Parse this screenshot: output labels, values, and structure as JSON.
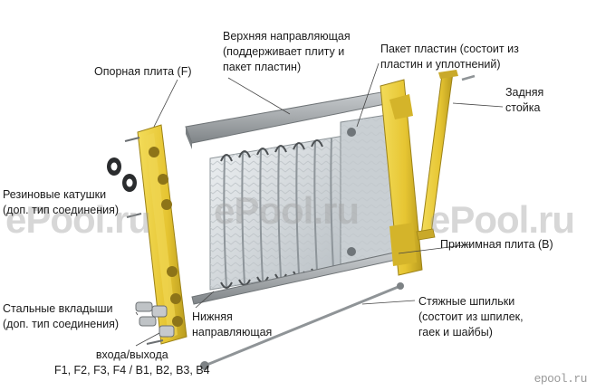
{
  "labels": {
    "top_guide": "Верхняя направляющая\n(поддерживает плиту и\nпакет пластин)",
    "plate_pack": "Пакет пластин (состоит из\nпластин и уплотнений)",
    "support_plate": "Опорная плита (F)",
    "rear_column": "Задняя\nстойка",
    "rubber_rings": "Резиновые катушки\n(доп. тип соединения)",
    "pressure_plate": "Прижимная плита (B)",
    "steel_inserts": "Стальные вкладыши\n(доп. тип соединения)",
    "bottom_guide": "Нижняя\nнаправляющая",
    "tie_bolts": "Стяжные шпильки\n(состоит из шпилек,\nгаек и шайбы)",
    "ports": "входа/выхода\nF1, F2, F3, F4 / B1, B2, B3, B4"
  },
  "watermarks": [
    "ePool.ru",
    "ePool.ru",
    "ePool.ru"
  ],
  "corner_logo": "epool.ru",
  "colors": {
    "yellow": "#e8c93a",
    "yellow_dark": "#b89a1c",
    "rail": "#a9adaf",
    "plate_light": "#dfe3e6",
    "plate_dark": "#9ea5aa",
    "leader": "#444444"
  }
}
